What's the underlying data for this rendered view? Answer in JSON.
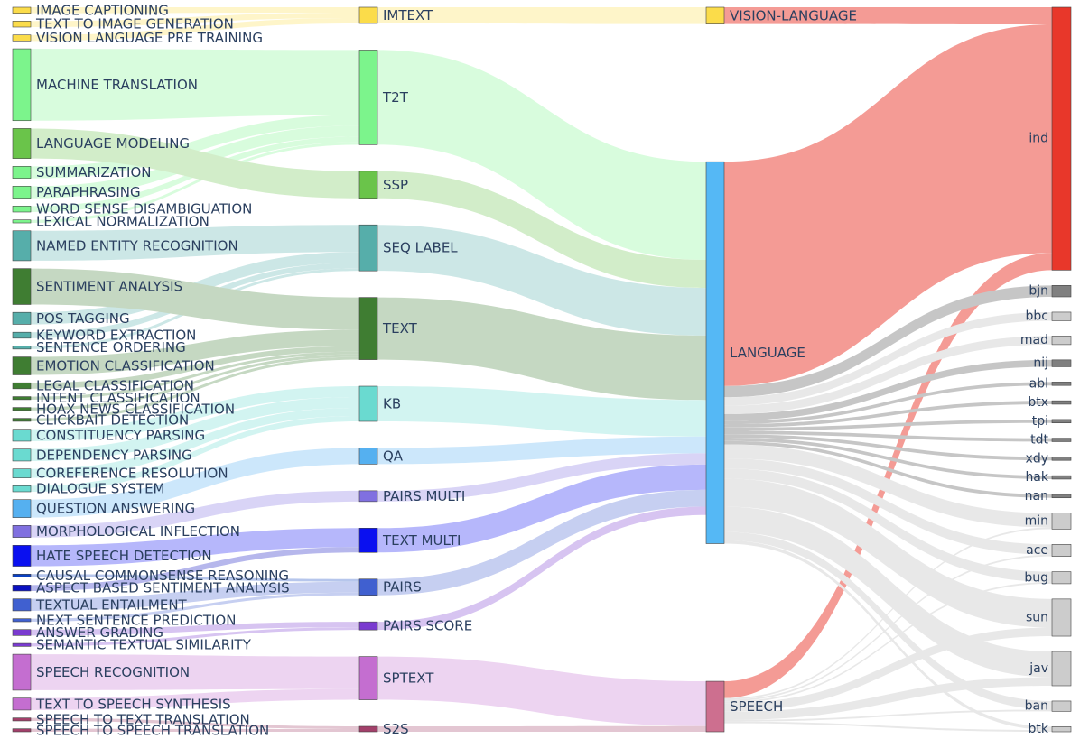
{
  "chart_data": {
    "type": "sankey",
    "colors": {
      "text_label": "#2a3f5f",
      "node_border": "#444444"
    },
    "columns": [
      {
        "name": "task",
        "nodes": [
          {
            "id": "IMAGE CAPTIONING",
            "value": 1,
            "color": "#fbdc4a"
          },
          {
            "id": "TEXT TO IMAGE GENERATION",
            "value": 1,
            "color": "#fbdc4a"
          },
          {
            "id": "VISION LANGUAGE PRE TRAINING",
            "value": 1,
            "color": "#fbdc4a"
          },
          {
            "id": "MACHINE TRANSLATION",
            "value": 12,
            "color": "#7cf48c"
          },
          {
            "id": "LANGUAGE MODELING",
            "value": 5,
            "color": "#6ac44a"
          },
          {
            "id": "SUMMARIZATION",
            "value": 2,
            "color": "#7cf48c"
          },
          {
            "id": "PARAPHRASING",
            "value": 2,
            "color": "#7cf48c"
          },
          {
            "id": "WORD SENSE DISAMBIGUATION",
            "value": 1,
            "color": "#7cf48c"
          },
          {
            "id": "LEXICAL NORMALIZATION",
            "value": 0.5,
            "color": "#7cf48c"
          },
          {
            "id": "NAMED ENTITY RECOGNITION",
            "value": 5,
            "color": "#56aeaa"
          },
          {
            "id": "SENTIMENT ANALYSIS",
            "value": 6,
            "color": "#3f7d32"
          },
          {
            "id": "POS TAGGING",
            "value": 2,
            "color": "#56aeaa"
          },
          {
            "id": "KEYWORD EXTRACTION",
            "value": 1,
            "color": "#56aeaa"
          },
          {
            "id": "SENTENCE ORDERING",
            "value": 0.5,
            "color": "#56aeaa"
          },
          {
            "id": "EMOTION CLASSIFICATION",
            "value": 3,
            "color": "#3f7d32"
          },
          {
            "id": "LEGAL CLASSIFICATION",
            "value": 1,
            "color": "#3f7d32"
          },
          {
            "id": "INTENT CLASSIFICATION",
            "value": 0.5,
            "color": "#3f7d32"
          },
          {
            "id": "HOAX NEWS CLASSIFICATION",
            "value": 0.5,
            "color": "#3f7d32"
          },
          {
            "id": "CLICKBAIT DETECTION",
            "value": 0.5,
            "color": "#3f7d32"
          },
          {
            "id": "CONSTITUENCY PARSING",
            "value": 2,
            "color": "#6adad0"
          },
          {
            "id": "DEPENDENCY PARSING",
            "value": 2,
            "color": "#6adad0"
          },
          {
            "id": "COREFERENCE RESOLUTION",
            "value": 1.5,
            "color": "#6adad0"
          },
          {
            "id": "DIALOGUE SYSTEM",
            "value": 1,
            "color": "#6adad0"
          },
          {
            "id": "QUESTION ANSWERING",
            "value": 3,
            "color": "#55b0f0"
          },
          {
            "id": "MORPHOLOGICAL INFLECTION",
            "value": 2,
            "color": "#8070e0"
          },
          {
            "id": "HATE SPEECH DETECTION",
            "value": 3.5,
            "color": "#0a10f0"
          },
          {
            "id": "CAUSAL COMMONSENSE REASONING",
            "value": 0.5,
            "color": "#0a40c0"
          },
          {
            "id": "ASPECT BASED SENTIMENT ANALYSIS",
            "value": 1,
            "color": "#0a10c0"
          },
          {
            "id": "TEXTUAL ENTAILMENT",
            "value": 2,
            "color": "#4060d0"
          },
          {
            "id": "NEXT SENTENCE PREDICTION",
            "value": 0.5,
            "color": "#4060d0"
          },
          {
            "id": "ANSWER GRADING",
            "value": 1,
            "color": "#7a3ad0"
          },
          {
            "id": "SEMANTIC TEXTUAL SIMILARITY",
            "value": 0.5,
            "color": "#7a3ad0"
          },
          {
            "id": "SPEECH RECOGNITION",
            "value": 6,
            "color": "#c46ed0"
          },
          {
            "id": "TEXT TO SPEECH SYNTHESIS",
            "value": 2,
            "color": "#c46ed0"
          },
          {
            "id": "SPEECH TO TEXT TRANSLATION",
            "value": 0.5,
            "color": "#a2406a"
          },
          {
            "id": "SPEECH TO SPEECH TRANSLATION",
            "value": 0.5,
            "color": "#a2406a"
          }
        ]
      },
      {
        "name": "task_type",
        "nodes": [
          {
            "id": "IMTEXT",
            "color": "#fbdc4a"
          },
          {
            "id": "T2T",
            "color": "#7cf48c"
          },
          {
            "id": "SSP",
            "color": "#6ac44a"
          },
          {
            "id": "SEQ LABEL",
            "color": "#56aeaa"
          },
          {
            "id": "TEXT",
            "color": "#3f7d32"
          },
          {
            "id": "KB",
            "color": "#6adad0"
          },
          {
            "id": "QA",
            "color": "#55b0f0"
          },
          {
            "id": "PAIRS MULTI",
            "color": "#8070e0"
          },
          {
            "id": "TEXT MULTI",
            "color": "#0a10f0"
          },
          {
            "id": "PAIRS",
            "color": "#4060d0"
          },
          {
            "id": "PAIRS SCORE",
            "color": "#7a3ad0"
          },
          {
            "id": "SPTEXT",
            "color": "#c46ed0"
          },
          {
            "id": "S2S",
            "color": "#a2406a"
          }
        ]
      },
      {
        "name": "modality",
        "nodes": [
          {
            "id": "VISION-LANGUAGE",
            "color": "#fbdc4a"
          },
          {
            "id": "LANGUAGE",
            "color": "#55b8f5"
          },
          {
            "id": "SPEECH",
            "color": "#cd6f8f"
          }
        ]
      },
      {
        "name": "language",
        "nodes": [
          {
            "id": "ind",
            "color": "#e8372a"
          },
          {
            "id": "bjn",
            "color": "#808080"
          },
          {
            "id": "bbc",
            "color": "#cccccc"
          },
          {
            "id": "mad",
            "color": "#cccccc"
          },
          {
            "id": "nij",
            "color": "#808080"
          },
          {
            "id": "abl",
            "color": "#808080"
          },
          {
            "id": "btx",
            "color": "#808080"
          },
          {
            "id": "tpi",
            "color": "#808080"
          },
          {
            "id": "tdt",
            "color": "#808080"
          },
          {
            "id": "xdy",
            "color": "#808080"
          },
          {
            "id": "hak",
            "color": "#808080"
          },
          {
            "id": "nan",
            "color": "#808080"
          },
          {
            "id": "min",
            "color": "#cccccc"
          },
          {
            "id": "ace",
            "color": "#cccccc"
          },
          {
            "id": "bug",
            "color": "#cccccc"
          },
          {
            "id": "sun",
            "color": "#cccccc"
          },
          {
            "id": "jav",
            "color": "#cccccc"
          },
          {
            "id": "ban",
            "color": "#cccccc"
          },
          {
            "id": "btk",
            "color": "#cccccc"
          }
        ]
      }
    ],
    "links": [
      {
        "source": "IMAGE CAPTIONING",
        "target": "IMTEXT",
        "value": 1
      },
      {
        "source": "TEXT TO IMAGE GENERATION",
        "target": "IMTEXT",
        "value": 1
      },
      {
        "source": "VISION LANGUAGE PRE TRAINING",
        "target": "IMTEXT",
        "value": 1
      },
      {
        "source": "MACHINE TRANSLATION",
        "target": "T2T",
        "value": 12
      },
      {
        "source": "SUMMARIZATION",
        "target": "T2T",
        "value": 2
      },
      {
        "source": "PARAPHRASING",
        "target": "T2T",
        "value": 2
      },
      {
        "source": "WORD SENSE DISAMBIGUATION",
        "target": "T2T",
        "value": 1
      },
      {
        "source": "LEXICAL NORMALIZATION",
        "target": "T2T",
        "value": 0.5
      },
      {
        "source": "LANGUAGE MODELING",
        "target": "SSP",
        "value": 5
      },
      {
        "source": "NAMED ENTITY RECOGNITION",
        "target": "SEQ LABEL",
        "value": 5
      },
      {
        "source": "POS TAGGING",
        "target": "SEQ LABEL",
        "value": 2
      },
      {
        "source": "KEYWORD EXTRACTION",
        "target": "SEQ LABEL",
        "value": 1
      },
      {
        "source": "SENTENCE ORDERING",
        "target": "SEQ LABEL",
        "value": 0.5
      },
      {
        "source": "SENTIMENT ANALYSIS",
        "target": "TEXT",
        "value": 6
      },
      {
        "source": "EMOTION CLASSIFICATION",
        "target": "TEXT",
        "value": 3
      },
      {
        "source": "LEGAL CLASSIFICATION",
        "target": "TEXT",
        "value": 1
      },
      {
        "source": "INTENT CLASSIFICATION",
        "target": "TEXT",
        "value": 0.5
      },
      {
        "source": "HOAX NEWS CLASSIFICATION",
        "target": "TEXT",
        "value": 0.5
      },
      {
        "source": "CLICKBAIT DETECTION",
        "target": "TEXT",
        "value": 0.5
      },
      {
        "source": "CONSTITUENCY PARSING",
        "target": "KB",
        "value": 2
      },
      {
        "source": "DEPENDENCY PARSING",
        "target": "KB",
        "value": 2
      },
      {
        "source": "COREFERENCE RESOLUTION",
        "target": "KB",
        "value": 1.5
      },
      {
        "source": "DIALOGUE SYSTEM",
        "target": "KB",
        "value": 1
      },
      {
        "source": "QUESTION ANSWERING",
        "target": "QA",
        "value": 3
      },
      {
        "source": "MORPHOLOGICAL INFLECTION",
        "target": "PAIRS MULTI",
        "value": 2
      },
      {
        "source": "HATE SPEECH DETECTION",
        "target": "TEXT MULTI",
        "value": 3.5
      },
      {
        "source": "ASPECT BASED SENTIMENT ANALYSIS",
        "target": "TEXT MULTI",
        "value": 1
      },
      {
        "source": "CAUSAL COMMONSENSE REASONING",
        "target": "PAIRS",
        "value": 0.5
      },
      {
        "source": "TEXTUAL ENTAILMENT",
        "target": "PAIRS",
        "value": 2
      },
      {
        "source": "NEXT SENTENCE PREDICTION",
        "target": "PAIRS",
        "value": 0.5
      },
      {
        "source": "ANSWER GRADING",
        "target": "PAIRS SCORE",
        "value": 1
      },
      {
        "source": "SEMANTIC TEXTUAL SIMILARITY",
        "target": "PAIRS SCORE",
        "value": 0.5
      },
      {
        "source": "SPEECH RECOGNITION",
        "target": "SPTEXT",
        "value": 6
      },
      {
        "source": "TEXT TO SPEECH SYNTHESIS",
        "target": "SPTEXT",
        "value": 2
      },
      {
        "source": "SPEECH TO TEXT TRANSLATION",
        "target": "S2S",
        "value": 0.5
      },
      {
        "source": "SPEECH TO SPEECH TRANSLATION",
        "target": "S2S",
        "value": 0.5
      },
      {
        "source": "IMTEXT",
        "target": "VISION-LANGUAGE",
        "value": 3
      },
      {
        "source": "T2T",
        "target": "LANGUAGE",
        "value": 17.5
      },
      {
        "source": "SSP",
        "target": "LANGUAGE",
        "value": 5
      },
      {
        "source": "SEQ LABEL",
        "target": "LANGUAGE",
        "value": 8.5
      },
      {
        "source": "TEXT",
        "target": "LANGUAGE",
        "value": 11.5
      },
      {
        "source": "KB",
        "target": "LANGUAGE",
        "value": 6.5
      },
      {
        "source": "QA",
        "target": "LANGUAGE",
        "value": 3
      },
      {
        "source": "PAIRS MULTI",
        "target": "LANGUAGE",
        "value": 2
      },
      {
        "source": "TEXT MULTI",
        "target": "LANGUAGE",
        "value": 4.5
      },
      {
        "source": "PAIRS",
        "target": "LANGUAGE",
        "value": 3
      },
      {
        "source": "PAIRS SCORE",
        "target": "LANGUAGE",
        "value": 1.5
      },
      {
        "source": "SPTEXT",
        "target": "SPEECH",
        "value": 8
      },
      {
        "source": "S2S",
        "target": "SPEECH",
        "value": 1
      },
      {
        "source": "VISION-LANGUAGE",
        "target": "ind",
        "value": 3
      },
      {
        "source": "LANGUAGE",
        "target": "ind",
        "value": 40
      },
      {
        "source": "SPEECH",
        "target": "ind",
        "value": 3
      },
      {
        "source": "LANGUAGE",
        "target": "bjn",
        "value": 2
      },
      {
        "source": "LANGUAGE",
        "target": "bbc",
        "value": 1.5
      },
      {
        "source": "LANGUAGE",
        "target": "mad",
        "value": 1.5
      },
      {
        "source": "LANGUAGE",
        "target": "nij",
        "value": 1.2
      },
      {
        "source": "LANGUAGE",
        "target": "abl",
        "value": 0.6
      },
      {
        "source": "LANGUAGE",
        "target": "btx",
        "value": 0.6
      },
      {
        "source": "LANGUAGE",
        "target": "tpi",
        "value": 0.6
      },
      {
        "source": "LANGUAGE",
        "target": "tdt",
        "value": 0.6
      },
      {
        "source": "LANGUAGE",
        "target": "xdy",
        "value": 0.6
      },
      {
        "source": "LANGUAGE",
        "target": "hak",
        "value": 0.6
      },
      {
        "source": "LANGUAGE",
        "target": "nan",
        "value": 0.6
      },
      {
        "source": "LANGUAGE",
        "target": "min",
        "value": 2.5
      },
      {
        "source": "LANGUAGE",
        "target": "ace",
        "value": 1.8
      },
      {
        "source": "LANGUAGE",
        "target": "bug",
        "value": 1.8
      },
      {
        "source": "LANGUAGE",
        "target": "sun",
        "value": 5
      },
      {
        "source": "LANGUAGE",
        "target": "jav",
        "value": 4.5
      },
      {
        "source": "LANGUAGE",
        "target": "ban",
        "value": 1.5
      },
      {
        "source": "LANGUAGE",
        "target": "btk",
        "value": 0.6
      },
      {
        "source": "SPEECH",
        "target": "min",
        "value": 0.3
      },
      {
        "source": "SPEECH",
        "target": "ace",
        "value": 0.3
      },
      {
        "source": "SPEECH",
        "target": "bug",
        "value": 0.3
      },
      {
        "source": "SPEECH",
        "target": "sun",
        "value": 1.5
      },
      {
        "source": "SPEECH",
        "target": "jav",
        "value": 1.5
      },
      {
        "source": "SPEECH",
        "target": "ban",
        "value": 0.3
      },
      {
        "source": "SPEECH",
        "target": "btk",
        "value": 0.3
      }
    ]
  }
}
